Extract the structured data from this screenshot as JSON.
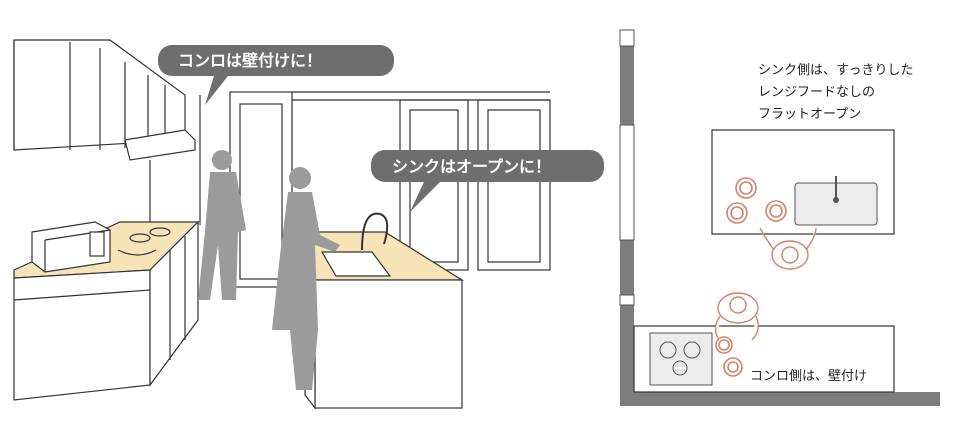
{
  "callouts": {
    "stove_wall": "コンロは壁付けに！",
    "sink_open": "シンクはオープンに！"
  },
  "plan_notes": {
    "sink_side": [
      "シンク側は、すっきりした",
      "レンジフードなしの",
      "フラットオープン"
    ],
    "stove_side": "コンロ側は、壁付け"
  },
  "colors": {
    "bubble": "#6e6e6e",
    "countertop": "#f6e4b8",
    "wall": "#7d7d7d",
    "person_fill": "#9b9b9b",
    "plate_stroke": "#d4826a",
    "line": "#333333"
  }
}
